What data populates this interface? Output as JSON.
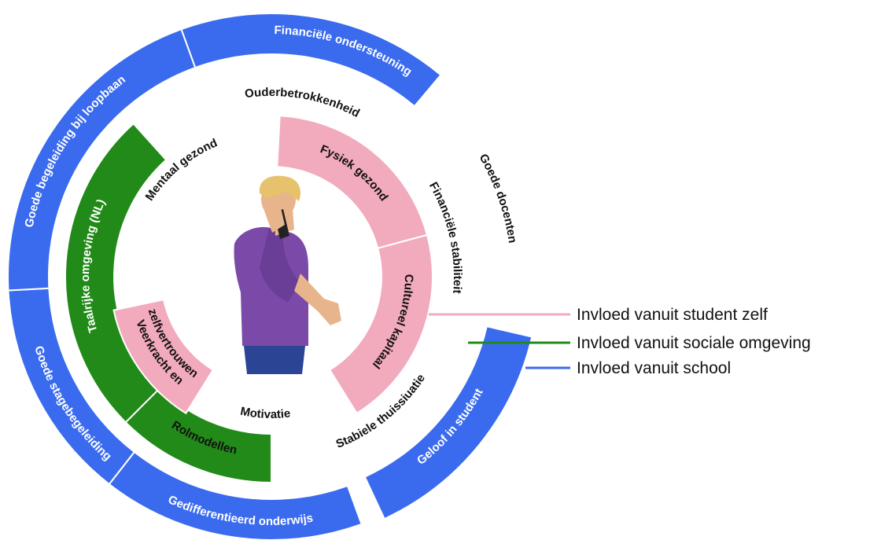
{
  "colors": {
    "student": "#f2aabd",
    "social": "#218a18",
    "school": "#3a6bee",
    "text_dark": "#111111",
    "text_light": "#ffffff"
  },
  "figure": {
    "icon": "person-on-phone-icon"
  },
  "rings": {
    "school": [
      {
        "label": "Financiële ondersteuning",
        "filled": true
      },
      {
        "label": "Goede docenten",
        "filled": false
      },
      {
        "label": "Geloof in student",
        "filled": true
      },
      {
        "label": "Gedifferentieerd onderwijs",
        "filled": true
      },
      {
        "label": "Goede stagebegeleiding",
        "filled": true
      },
      {
        "label": "Goede begeleiding bij loopbaan",
        "filled": true
      }
    ],
    "social": [
      {
        "label": "Ouderbetrokkenheid",
        "filled": false
      },
      {
        "label": "Financiële stabiliteit",
        "filled": false
      },
      {
        "label": "Stabiele thuissiuatie",
        "filled": false
      },
      {
        "label": "Rolmodellen",
        "filled": true
      },
      {
        "label": "Taalrijke omgeving (NL)",
        "filled": true
      }
    ],
    "student": [
      {
        "label": "Fysiek gezond",
        "filled": true
      },
      {
        "label": "Cultureel kapitaal",
        "filled": true
      },
      {
        "label": "Motivatie",
        "filled": false
      },
      {
        "label": "Veerkracht en",
        "label2": "zelfvertrouwen",
        "filled": true
      },
      {
        "label": "Mentaal gezond",
        "filled": false
      }
    ]
  },
  "legend": [
    {
      "label": "Invloed vanuit student zelf",
      "color": "#f2aabd"
    },
    {
      "label": "Invloed vanuit sociale omgeving",
      "color": "#218a18"
    },
    {
      "label": "Invloed vanuit school",
      "color": "#3a6bee"
    }
  ]
}
